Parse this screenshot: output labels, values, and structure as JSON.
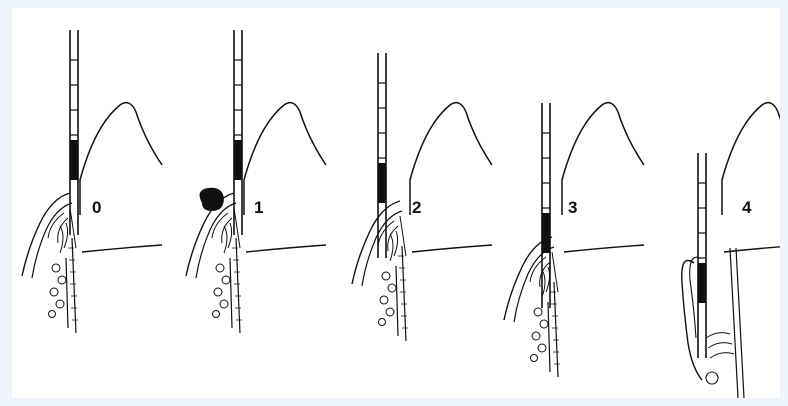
{
  "stages": [
    {
      "label": "0"
    },
    {
      "label": "1"
    },
    {
      "label": "2"
    },
    {
      "label": "3"
    },
    {
      "label": "4"
    }
  ],
  "colors": {
    "ink": "#111111",
    "background": "#ffffff",
    "frame": "#eef5fc"
  }
}
